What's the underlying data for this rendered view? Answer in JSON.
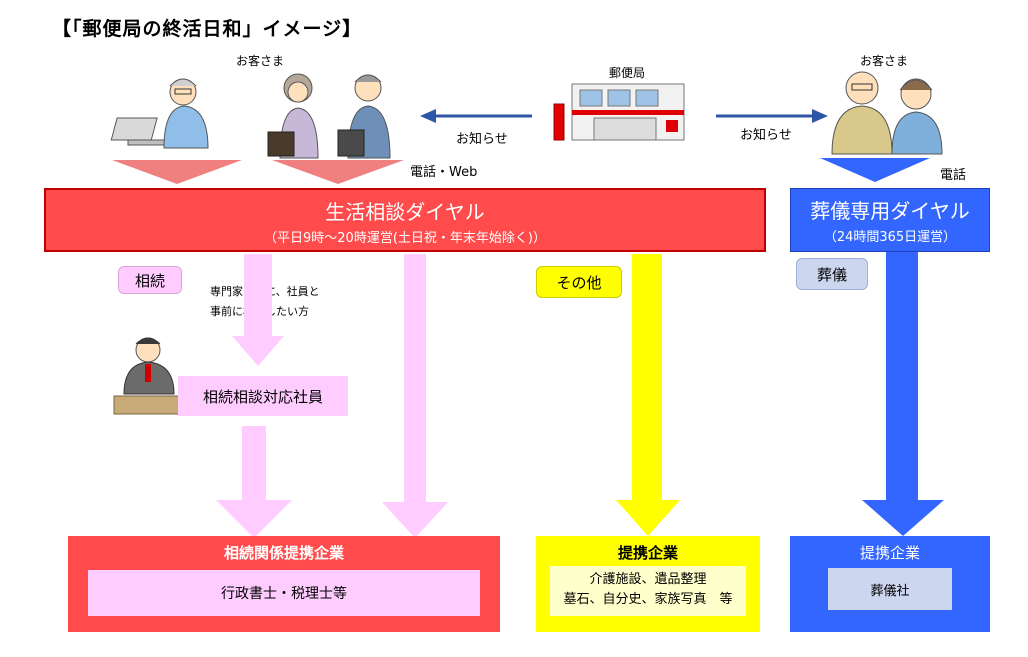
{
  "title": "【「郵便局の終活日和」イメージ】",
  "customers_left_label": "お客さま",
  "customers_right_label": "お客さま",
  "post_office_label": "郵便局",
  "notice_left": "お知らせ",
  "notice_right": "お知らせ",
  "channel_left": "電話・Web",
  "channel_right": "電話",
  "life_dial": {
    "title": "生活相談ダイヤル",
    "hours": "（平日9時～20時運営(土日祝・年末年始除く)）"
  },
  "funeral_dial": {
    "title": "葬儀専用ダイヤル",
    "hours": "（24時間365日運営）"
  },
  "tags": {
    "inheritance": "相続",
    "other": "その他",
    "funeral": "葬儀"
  },
  "note_line1": "専門家の前に、社員と",
  "note_line2": "事前に相談したい方",
  "staff_label": "相続相談対応社員",
  "partners": {
    "inheritance_title": "相続関係提携企業",
    "inheritance_item": "行政書士・税理士等",
    "general_title": "提携企業",
    "general_line1": "介護施設、遺品整理",
    "general_line2": "墓石、自分史、家族写真　等",
    "funeral_title": "提携企業",
    "funeral_item": "葬儀社"
  },
  "colors": {
    "red": "#ff4b4b",
    "pink": "#ffccff",
    "yellow": "#ffff00",
    "blue": "#3366ff",
    "light_blue": "#ccd6ef"
  }
}
